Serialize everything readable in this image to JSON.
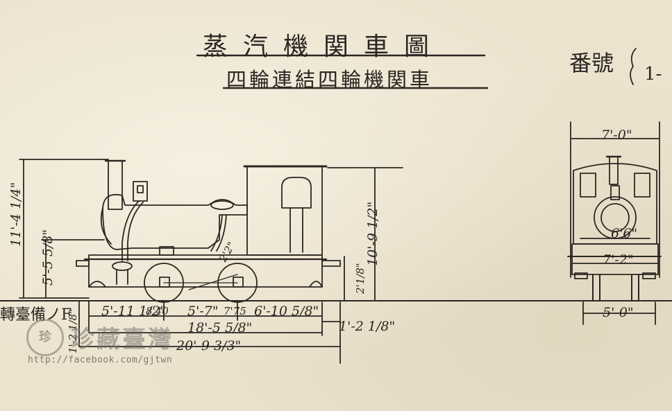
{
  "title": "蒸汽機関車圖",
  "subtitle": "四輪連結四輪機関車",
  "number_label": "番號",
  "number_value": "1-",
  "side_note": "轉臺備ノF",
  "dimensions": {
    "overall_height": "11'-4 1/4\"",
    "buffer_height": "5'-5 5/8\"",
    "cab_height": "10'-9 1/2\"",
    "frame_height": "2'1/8\"",
    "wheel_dia": "2'2\"",
    "wheel_offset": "5'-11 1/2\"",
    "wheel_gap": "8'40",
    "wheelbase": "5'-7\"",
    "axle_gap": "7'75",
    "rear_overhang": "6'-10 5/8\"",
    "rear_buffer": "1'-2 1/8\"",
    "length_frame": "18'-5 5/8\"",
    "length_overall": "20'-9 3/3\"",
    "front_buffer": "1'-2 1/8\"",
    "front_width_top": "7'-0\"",
    "front_inner": "6'6\"",
    "front_width_mid": "7'-2\"",
    "front_gauge": "5'-0\""
  },
  "watermark": {
    "badge": "珍",
    "name": "珍藏臺灣",
    "url": "http://facebook.com/gjtwn"
  },
  "colors": {
    "ink": "#2b2622",
    "paper": "#ece3cf"
  }
}
